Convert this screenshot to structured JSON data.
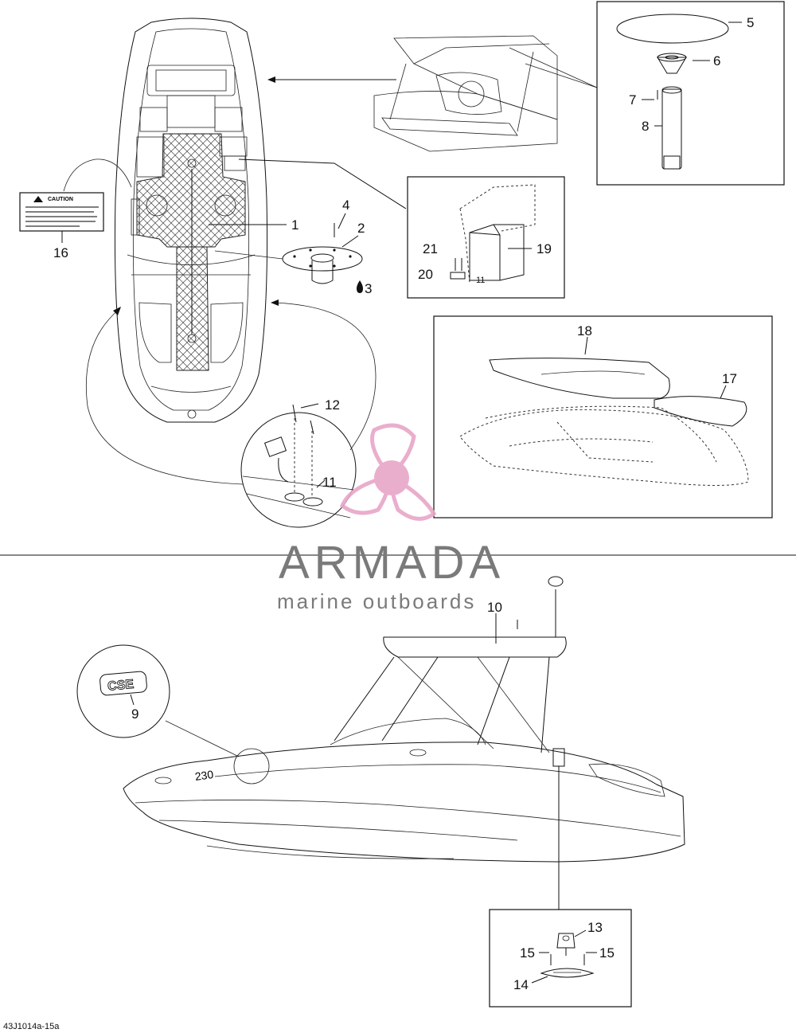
{
  "diagram": {
    "reference_code": "43J1014a-15a",
    "callouts": {
      "c1": "1",
      "c2": "2",
      "c3": "3",
      "c4": "4",
      "c5": "5",
      "c6": "6",
      "c7": "7",
      "c8": "8",
      "c9": "9",
      "c10": "10",
      "c11": "11",
      "c11b": "11",
      "c12": "12",
      "c13": "13",
      "c14": "14",
      "c15a": "15",
      "c15b": "15",
      "c16": "16",
      "c17": "17",
      "c18": "18",
      "c19": "19",
      "c20": "20",
      "c21": "21"
    },
    "caution_label_title": "CAUTION",
    "badge_text": "CSE",
    "hull_text": "230",
    "watermark": {
      "brand": "ARMADA",
      "tagline": "marine outboards",
      "colors": {
        "accent": "#e8a6c8",
        "text": "#7a7a7a"
      }
    }
  }
}
